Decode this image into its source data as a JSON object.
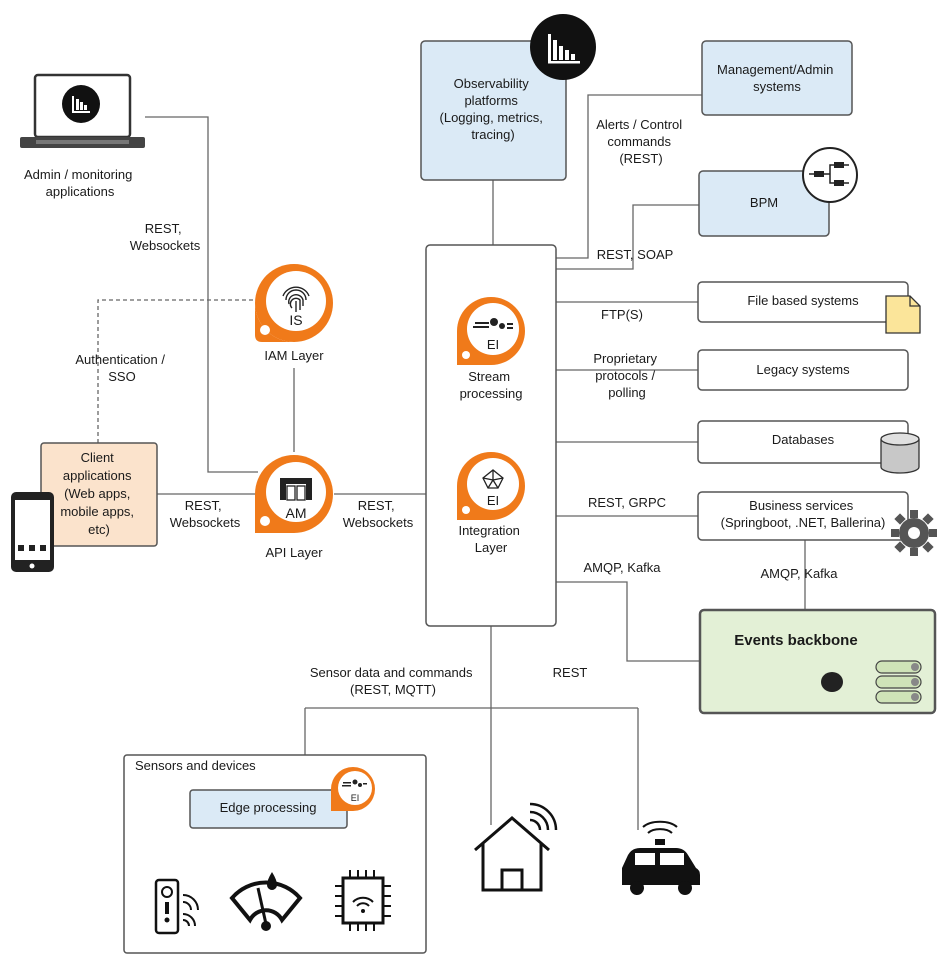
{
  "nodes": {
    "admin_apps": "Admin / monitoring applications",
    "observability": "Observability platforms (Logging, metrics, tracing)",
    "management": "Management/Admin systems",
    "bpm": "BPM",
    "file_systems": "File based systems",
    "legacy": "Legacy systems",
    "databases": "Databases",
    "business": "Business services (Springboot, .NET, Ballerina)",
    "events": "Events backbone",
    "client_apps": "Client applications (Web apps, mobile apps, etc)",
    "iam_layer": "IAM Layer",
    "api_layer": "API Layer",
    "stream": "Stream processing",
    "integration": "Integration Layer",
    "sensors_group": "Sensors and devices",
    "edge": "Edge processing"
  },
  "badges": {
    "is": "IS",
    "am": "AM",
    "ei_stream": "EI",
    "ei_integration": "EI",
    "ei_edge": "EI"
  },
  "edges": {
    "rest_ws_admin": "REST, Websockets",
    "auth_sso": "Authentication / SSO",
    "rest_ws_client": "REST, Websockets",
    "rest_ws_api": "REST, Websockets",
    "alerts": "Alerts / Control commands (REST)",
    "rest_soap": "REST, SOAP",
    "ftp": "FTP(S)",
    "proprietary": "Proprietary protocols / polling",
    "rest_grpc": "REST, GRPC",
    "amqp_kafka_left": "AMQP, Kafka",
    "amqp_kafka_right": "AMQP, Kafka",
    "sensor_data": "Sensor data and commands (REST, MQTT)",
    "rest_bottom": "REST"
  },
  "colors": {
    "accent_orange": "#f07a1a",
    "light_blue": "#dbeaf6",
    "light_orange": "#fbe3cc",
    "light_green": "#e3f0d6",
    "file_yellow": "#fbe59a"
  }
}
